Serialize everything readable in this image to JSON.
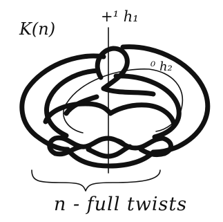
{
  "diagram": {
    "knot_label": "K(n)",
    "framing_label_1": "+¹ h₁",
    "framing_label_2": "⁰ h₂",
    "twist_caption": "n - full twists"
  },
  "colors": {
    "ink": "#111111",
    "background": "#ffffff"
  }
}
